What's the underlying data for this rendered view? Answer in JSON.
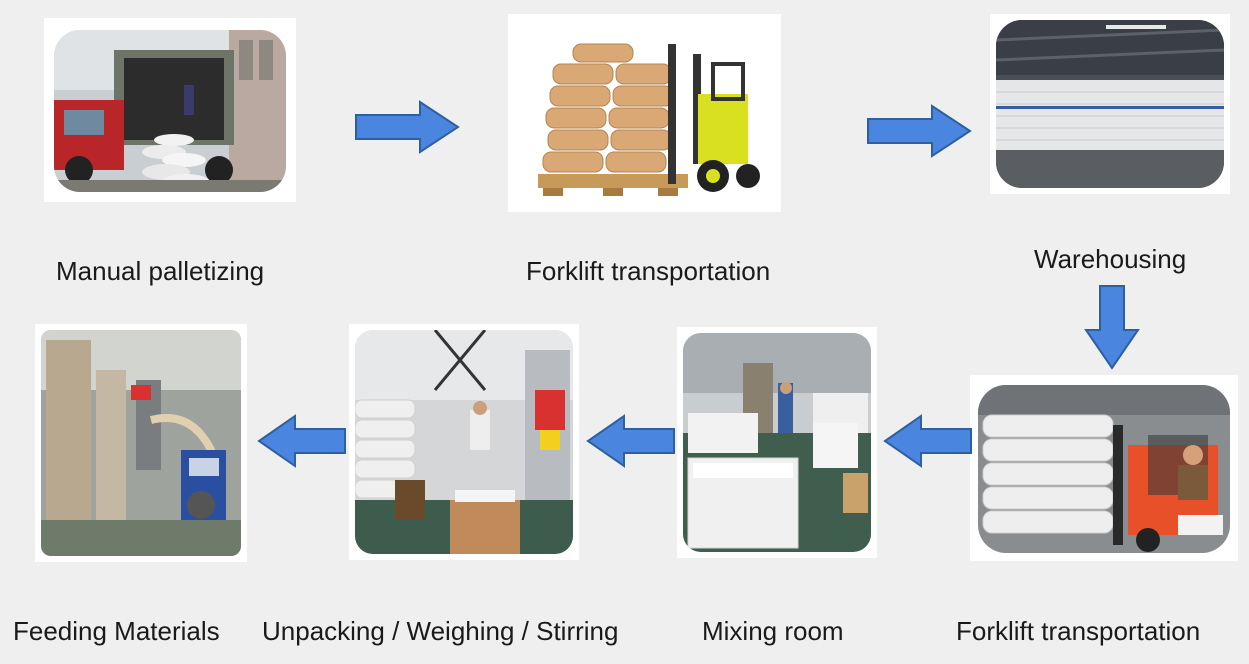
{
  "colors": {
    "background": "#efefef",
    "arrow_fill": "#4a86e0",
    "arrow_stroke": "#2f5f9e",
    "label_text": "#1a1a1a"
  },
  "steps": [
    {
      "label": "Manual palletizing",
      "photo": "truck-unloading-bags-photo"
    },
    {
      "label": "Forklift transportation",
      "photo": "forklift-cement-bags-photo"
    },
    {
      "label": "Warehousing",
      "photo": "warehouse-storage-photo"
    },
    {
      "label": "Forklift transportation",
      "photo": "forklift-driver-photo"
    },
    {
      "label": "Mixing room",
      "photo": "mixing-room-photo"
    },
    {
      "label": "Unpacking / Weighing / Stirring",
      "photo": "unpacking-weighing-photo"
    },
    {
      "label": "Feeding Materials",
      "photo": "feeding-machine-photo"
    }
  ],
  "arrows": [
    "arrow-right-icon",
    "arrow-right-icon",
    "arrow-down-icon",
    "arrow-left-icon",
    "arrow-left-icon",
    "arrow-left-icon"
  ]
}
